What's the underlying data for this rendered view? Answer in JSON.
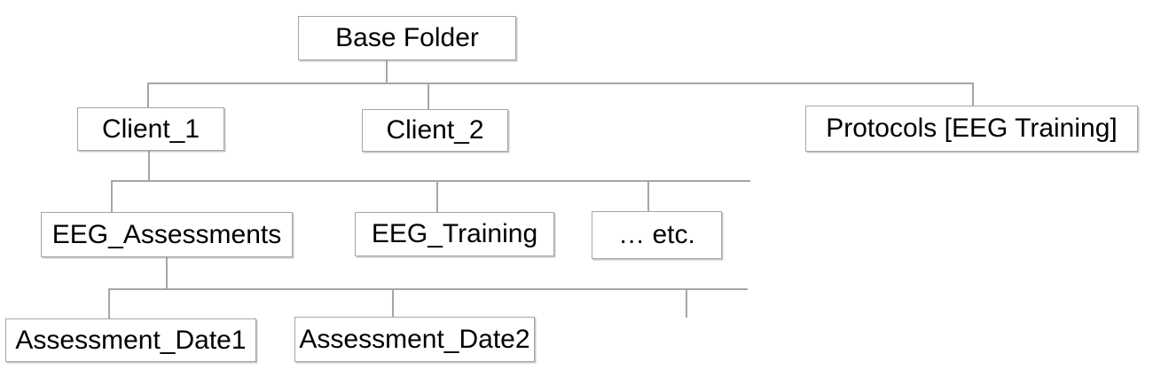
{
  "diagram": {
    "type": "folder-tree",
    "title": "EEG folder structure diagram",
    "nodes": {
      "base_folder": {
        "label": "Base Folder",
        "parent": null,
        "level": 0
      },
      "client_1": {
        "label": "Client_1",
        "parent": "base_folder",
        "level": 1
      },
      "client_2": {
        "label": "Client_2",
        "parent": "base_folder",
        "level": 1
      },
      "protocols": {
        "label": "Protocols [EEG Training]",
        "parent": "base_folder",
        "level": 1
      },
      "eeg_assessments": {
        "label": "EEG_Assessments",
        "parent": "client_1",
        "level": 2
      },
      "eeg_training": {
        "label": "EEG_Training",
        "parent": "client_1",
        "level": 2
      },
      "etc": {
        "label": "… etc.",
        "parent": "client_1",
        "level": 2
      },
      "assessment_date1": {
        "label": "Assessment_Date1",
        "parent": "eeg_assessments",
        "level": 3
      },
      "assessment_date2": {
        "label": "Assessment_Date2",
        "parent": "eeg_assessments",
        "level": 3
      }
    },
    "colors": {
      "background": "#ffffff",
      "box_border": "#a6a6a6",
      "connector_line": "#a6a6a6",
      "text": "#000000"
    }
  }
}
